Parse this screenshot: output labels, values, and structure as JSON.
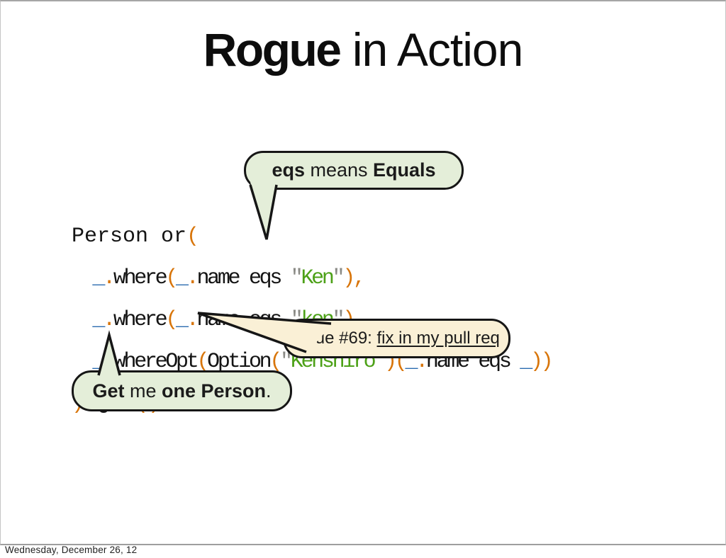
{
  "slide": {
    "title": {
      "bold": "Rogue",
      "rest": " in Action"
    },
    "callouts": {
      "eqs": {
        "segments": [
          {
            "t": "eqs",
            "s": "b"
          },
          {
            "t": " means ",
            "s": ""
          },
          {
            "t": "Equals",
            "s": "b"
          }
        ]
      },
      "issue": {
        "segments": [
          {
            "t": "Issue #69: ",
            "s": ""
          },
          {
            "t": "fix in my pull req",
            "s": "u"
          }
        ]
      },
      "get": {
        "segments": [
          {
            "t": "Get",
            "s": "b"
          },
          {
            "t": " me ",
            "s": ""
          },
          {
            "t": "one Person",
            "s": "b"
          },
          {
            "t": ".",
            "s": ""
          }
        ]
      }
    },
    "code": {
      "lines": [
        {
          "tokens": [
            {
              "t": "Person or",
              "c": "k"
            },
            {
              "t": "(",
              "c": "o"
            }
          ]
        },
        {
          "tokens": [
            {
              "t": "  ",
              "c": "k"
            },
            {
              "t": "_",
              "c": "b"
            },
            {
              "t": ".",
              "c": "o"
            },
            {
              "t": "where",
              "c": "k"
            },
            {
              "t": "(",
              "c": "o"
            },
            {
              "t": "_",
              "c": "b"
            },
            {
              "t": ".",
              "c": "o"
            },
            {
              "t": "name eqs ",
              "c": "k"
            },
            {
              "t": "\"",
              "c": "q"
            },
            {
              "t": "Ken",
              "c": "g"
            },
            {
              "t": "\"",
              "c": "q"
            },
            {
              "t": "),",
              "c": "o"
            }
          ]
        },
        {
          "tokens": [
            {
              "t": "  ",
              "c": "k"
            },
            {
              "t": "_",
              "c": "b"
            },
            {
              "t": ".",
              "c": "o"
            },
            {
              "t": "where",
              "c": "k"
            },
            {
              "t": "(",
              "c": "o"
            },
            {
              "t": "_",
              "c": "b"
            },
            {
              "t": ".",
              "c": "o"
            },
            {
              "t": "name eqs ",
              "c": "k"
            },
            {
              "t": "\"",
              "c": "q"
            },
            {
              "t": "ken",
              "c": "g"
            },
            {
              "t": "\"",
              "c": "q"
            },
            {
              "t": ")",
              "c": "o"
            }
          ]
        },
        {
          "tokens": [
            {
              "t": "  ",
              "c": "k"
            },
            {
              "t": "_",
              "c": "b"
            },
            {
              "t": ".",
              "c": "o"
            },
            {
              "t": "whereOpt",
              "c": "k"
            },
            {
              "t": "(",
              "c": "o"
            },
            {
              "t": "Option",
              "c": "k"
            },
            {
              "t": "(",
              "c": "o"
            },
            {
              "t": "\"",
              "c": "q"
            },
            {
              "t": "Kenshiro",
              "c": "g"
            },
            {
              "t": "\"",
              "c": "q"
            },
            {
              "t": ")(",
              "c": "o"
            },
            {
              "t": "_",
              "c": "b"
            },
            {
              "t": ".",
              "c": "o"
            },
            {
              "t": "name eqs ",
              "c": "k"
            },
            {
              "t": "_",
              "c": "b"
            },
            {
              "t": "))",
              "c": "o"
            }
          ]
        },
        {
          "tokens": [
            {
              "t": ")",
              "c": "o"
            },
            {
              "t": " get",
              "c": "k"
            },
            {
              "t": "()",
              "c": "o"
            }
          ]
        }
      ]
    }
  },
  "footer": {
    "date": "Wednesday, December 26, 12"
  },
  "colors": {
    "code_text": "#141414",
    "code_orange": "#d8750a",
    "code_blue": "#2b6cb0",
    "code_string_green": "#4da118",
    "code_quote_gray": "#8a8a85",
    "bubble_green_fill": "#e4eed9",
    "bubble_cream_fill": "#faf0d6",
    "bubble_border": "#161616",
    "slide_border": "#a6a6a6"
  }
}
